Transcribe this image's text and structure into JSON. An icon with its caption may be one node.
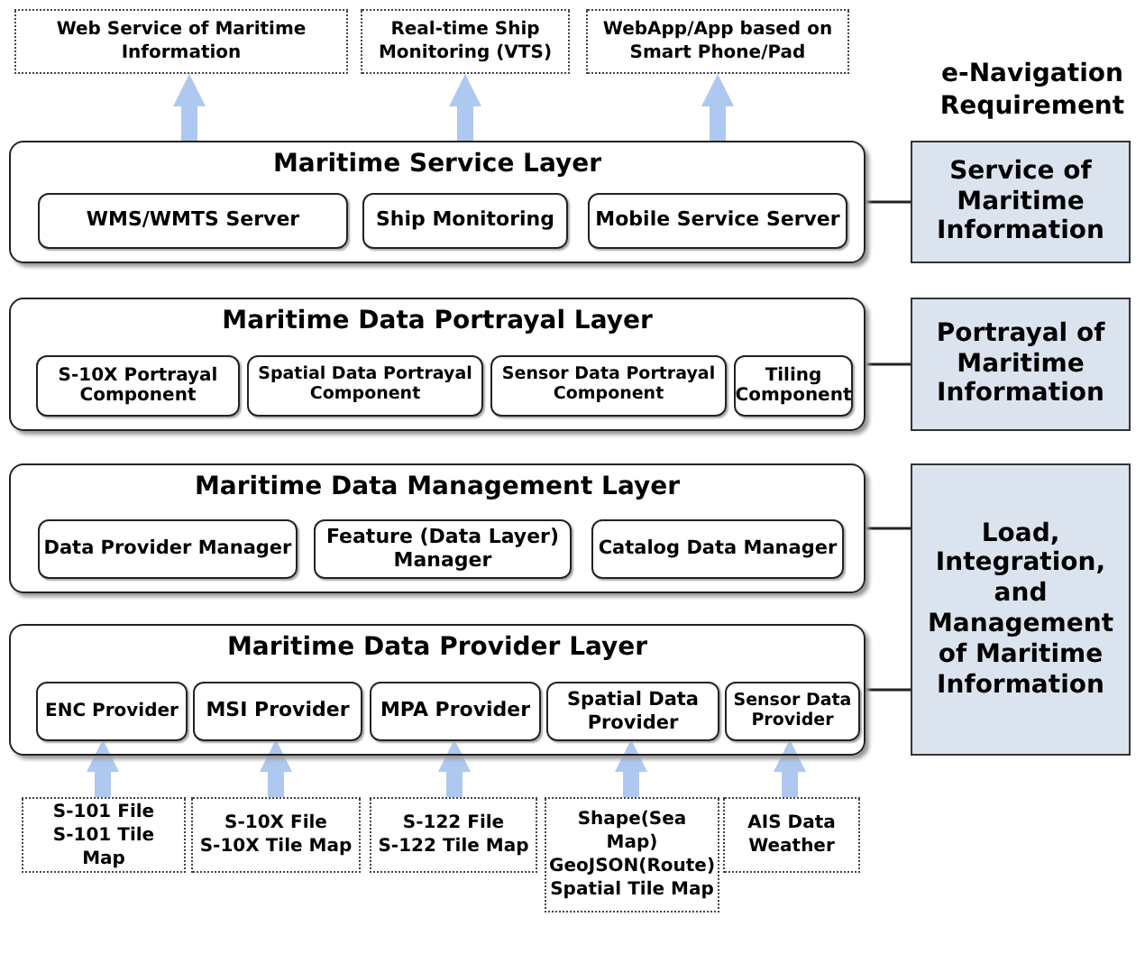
{
  "diagram": {
    "nodes": [
      {
        "text": [
          "Web Service of Maritime Information"
        ]
      },
      {
        "text": [
          "Real-time Ship Monitoring (VTS)"
        ]
      },
      {
        "text": [
          "WebApp/App based on Smart Phone/Pad"
        ]
      },
      {
        "text": [
          "Maritime Service Layer"
        ]
      },
      {
        "text": [
          "WMS/WMTS Server"
        ],
        "in": 3
      },
      {
        "text": [
          "Ship Monitoring"
        ],
        "in": 3
      },
      {
        "text": [
          "Mobile Service Server"
        ],
        "in": 3
      },
      {
        "text": [
          "Maritime Data Portrayal Layer"
        ]
      },
      {
        "text": [
          "S-10X Portrayal Component"
        ],
        "in": 7
      },
      {
        "text": [
          "Spatial Data Portrayal Component"
        ],
        "in": 7
      },
      {
        "text": [
          "Sensor Data Portrayal Component"
        ],
        "in": 7
      },
      {
        "text": [
          "Tiling Component"
        ],
        "in": 7
      },
      {
        "text": [
          "Maritime Data Management Layer"
        ]
      },
      {
        "text": [
          "Data Provider Manager"
        ],
        "in": 12
      },
      {
        "text": [
          "Feature (Data Layer) Manager"
        ],
        "in": 12
      },
      {
        "text": [
          "Catalog Data Manager"
        ],
        "in": 12
      },
      {
        "text": [
          "Maritime Data Provider Layer"
        ]
      },
      {
        "text": [
          "ENC Provider"
        ],
        "in": 16
      },
      {
        "text": [
          "MSI Provider"
        ],
        "in": 16
      },
      {
        "text": [
          "MPA Provider"
        ],
        "in": 16
      },
      {
        "text": [
          "Spatial Data Provider"
        ],
        "in": 16
      },
      {
        "text": [
          "Sensor Data Provider"
        ],
        "in": 16
      },
      {
        "text": [
          "S-101 File S-101 Tile Map"
        ]
      },
      {
        "text": [
          "S-10X File S-10X Tile Map"
        ]
      },
      {
        "text": [
          "S-122 File S-122 Tile Map"
        ]
      },
      {
        "text": [
          "Shape(Sea Map) GeoJSON(Route) Spatial Tile Map"
        ]
      },
      {
        "text": [
          "AIS Data Weather"
        ]
      },
      {
        "text": [
          "Service of Maritime Information"
        ]
      },
      {
        "text": [
          "Portrayal of Maritime Information"
        ]
      },
      {
        "text": [
          "Load, Integration, and Management of Maritime Information"
        ]
      }
    ],
    "edges": [
      {
        "from": 3,
        "to": 0,
        "arrow": "to"
      },
      {
        "from": 3,
        "to": 1,
        "arrow": "to"
      },
      {
        "from": 3,
        "to": 2,
        "arrow": "to"
      },
      {
        "from": 22,
        "to": 17,
        "arrow": "to"
      },
      {
        "from": 23,
        "to": 18,
        "arrow": "to"
      },
      {
        "from": 24,
        "to": 19,
        "arrow": "to"
      },
      {
        "from": 25,
        "to": 20,
        "arrow": "to"
      },
      {
        "from": 26,
        "to": 21,
        "arrow": "to"
      },
      {
        "from": 3,
        "to": 27,
        "arrow": "none",
        "color": "#222222"
      },
      {
        "from": 7,
        "to": 28,
        "arrow": "none",
        "color": "#222222"
      },
      {
        "from": 12,
        "to": 29,
        "arrow": "none",
        "color": "#222222"
      },
      {
        "from": 16,
        "to": 29,
        "arrow": "none",
        "color": "#222222"
      }
    ],
    "labels": [
      "e-Navigation Requirement"
    ]
  }
}
